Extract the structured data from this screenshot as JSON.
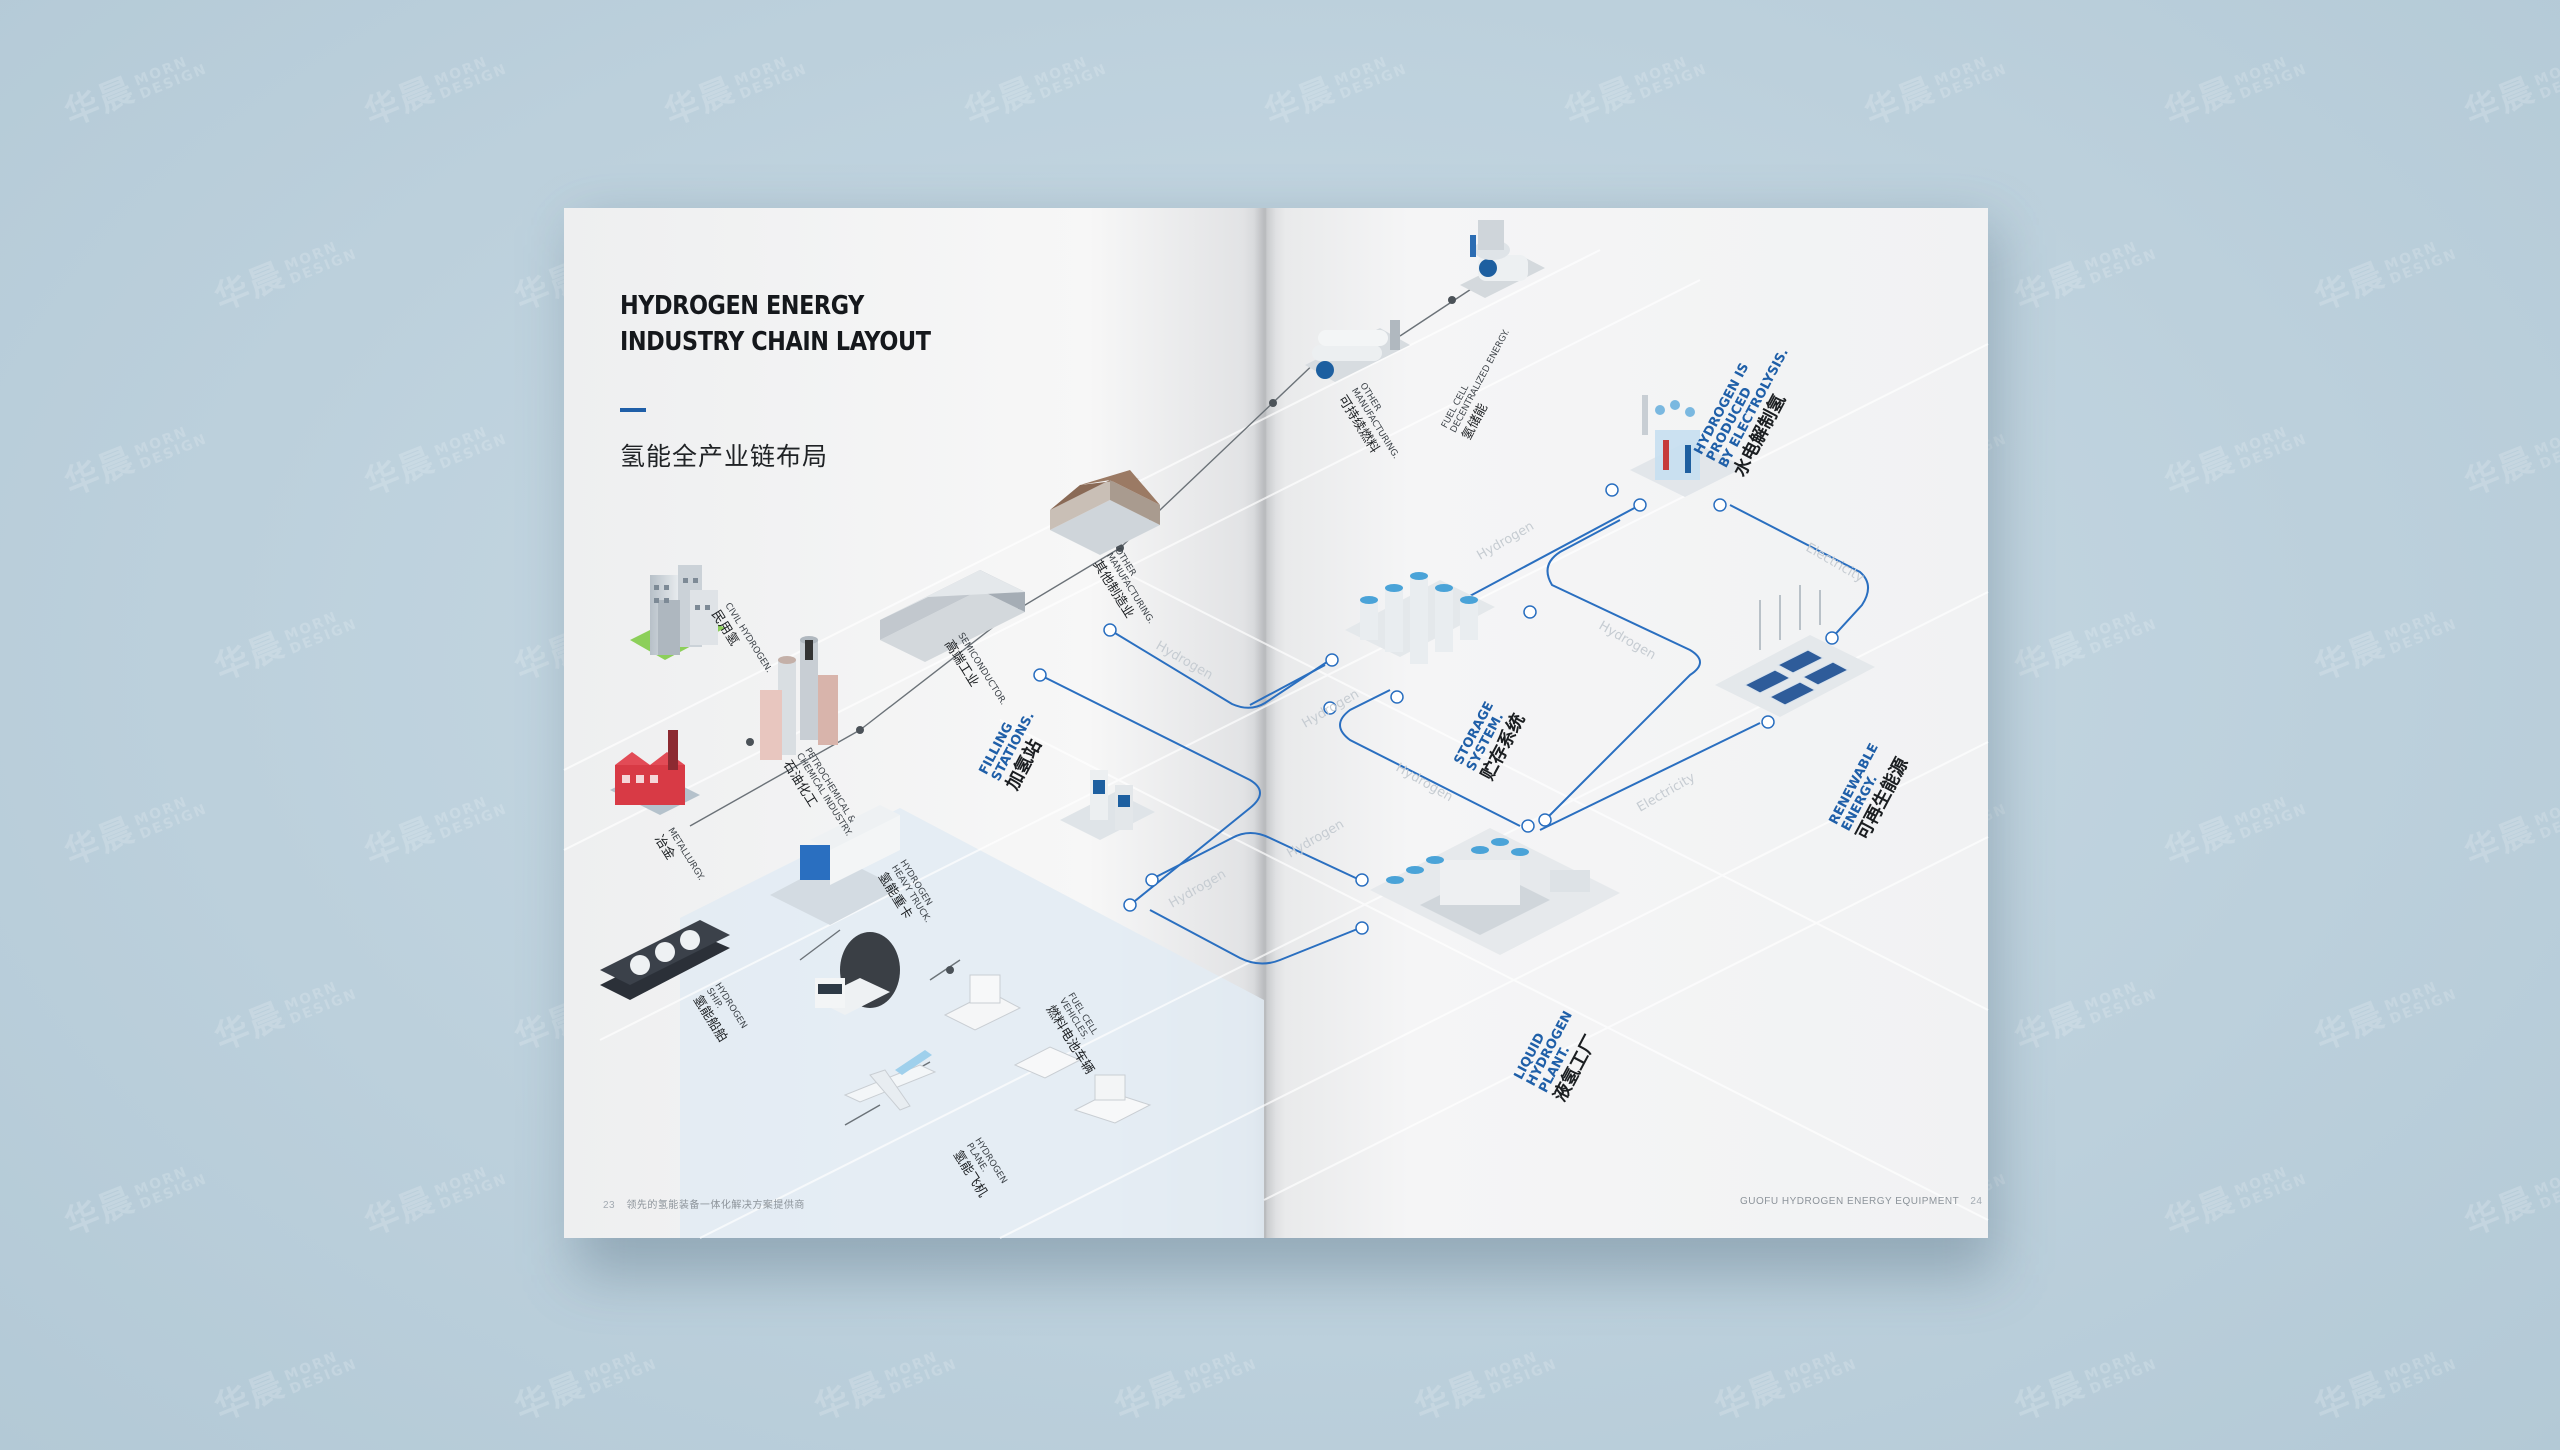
{
  "watermark": {
    "cn": "华晨",
    "en_line1": "MORN",
    "en_line2": "DESIGN"
  },
  "title": {
    "en_line1": "HYDROGEN ENERGY",
    "en_line2": "INDUSTRY CHAIN LAYOUT",
    "cn": "氢能全产业链布局"
  },
  "footer": {
    "left_page_num": "23",
    "left_text": "领先的氢能装备一体化解决方案提供商",
    "right_text": "GUOFU HYDROGEN ENERGY EQUIPMENT",
    "right_page_num": "24"
  },
  "nodes": {
    "civil_hydrogen": {
      "en": "CIVIL HYDROGEN.",
      "cn": "民用氢"
    },
    "petrochemical": {
      "en1": "PETROCHEMICAL &",
      "en2": "CHEMICAL INDUSTRY.",
      "cn": "石油化工"
    },
    "metallurgy": {
      "en": "METALLURGY.",
      "cn": "冶金"
    },
    "semiconductor": {
      "en": "SEMICONDUCTOR.",
      "cn": "高端工业"
    },
    "other_manufacturing": {
      "en1": "OTHER",
      "en2": "MANUFACTURING.",
      "cn": "其他制造业"
    },
    "other_fuel": {
      "en1": "OTHER",
      "en2": "MANUFACTURING.",
      "cn": "可持续燃料"
    },
    "fuel_cell_energy": {
      "en1": "FUEL CELL",
      "en2": "DECENTRALIZED ENERGY.",
      "cn": "氢储能"
    },
    "heavy_truck": {
      "en1": "HYDROGEN",
      "en2": "HEAVY TRUCK.",
      "cn": "氢能重卡"
    },
    "ship": {
      "en1": "HYDROGEN",
      "en2": "SHIP.",
      "cn": "氢能船舶"
    },
    "fuel_cell_vehicles": {
      "en1": "FUEL CELL",
      "en2": "VEHICLES.",
      "cn": "燃料电池车辆"
    },
    "plane": {
      "en1": "HYDROGEN",
      "en2": "PLANE.",
      "cn": "氢能飞机"
    },
    "filling_stations": {
      "en1": "FILLING",
      "en2": "STATIONS.",
      "cn": "加氢站"
    },
    "storage_system": {
      "en1": "STORAGE",
      "en2": "SYSTEM.",
      "cn": "贮存系统"
    },
    "electrolysis": {
      "en1": "HYDROGEN IS",
      "en2": "PRODUCED",
      "en3": "BY ELECTROLYSIS.",
      "cn": "水电解制氢"
    },
    "renewable": {
      "en1": "RENEWABLE",
      "en2": "ENERGY.",
      "cn": "可再生能源"
    },
    "liquid_plant": {
      "en1": "LIQUID",
      "en2": "HYDROGEN",
      "en3": "PLANT.",
      "cn": "液氢工厂"
    }
  },
  "flow_labels": {
    "hydrogen": "Hydrogen",
    "electricity": "Electricity"
  },
  "colors": {
    "accent": "#1f5fa8",
    "flow_line": "#2a6fc0",
    "background": "#bfd3de"
  }
}
